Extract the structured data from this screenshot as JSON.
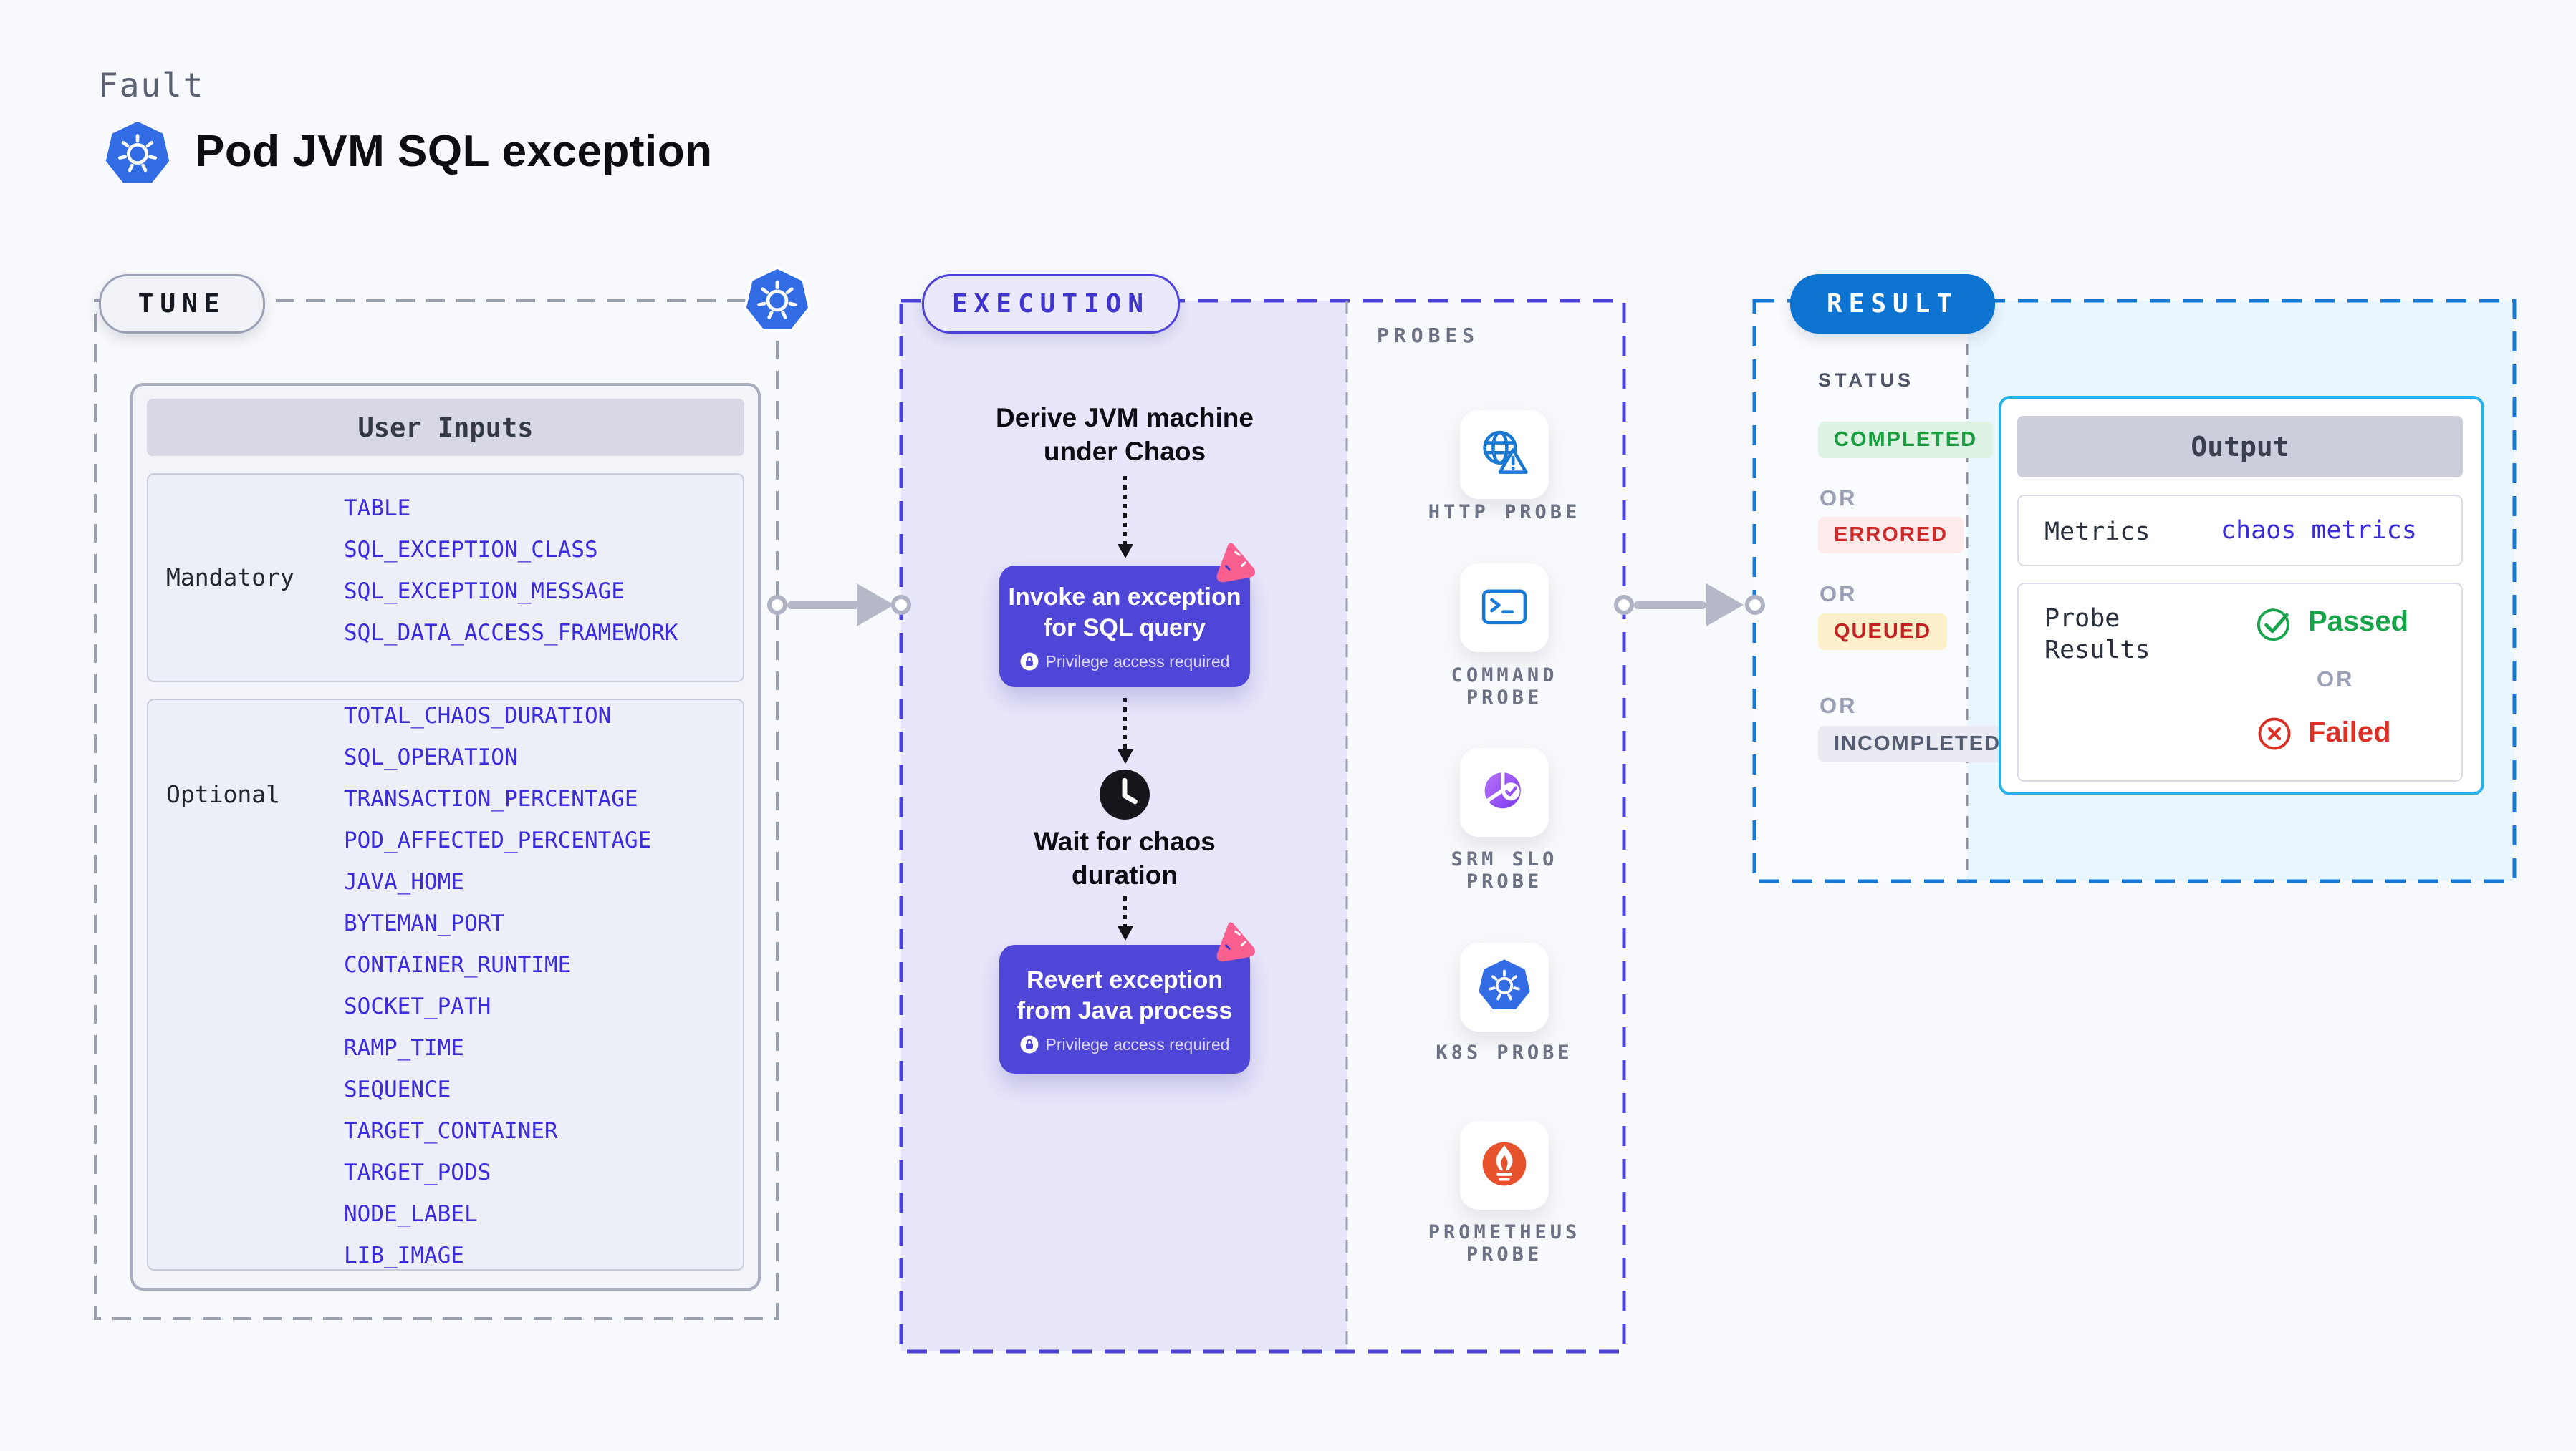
{
  "header": {
    "eyebrow": "Fault",
    "title": "Pod JVM SQL exception"
  },
  "tune": {
    "label": "TUNE",
    "table_title": "User Inputs",
    "mandatory_label": "Mandatory",
    "mandatory_params": [
      "TABLE",
      "SQL_EXCEPTION_CLASS",
      "SQL_EXCEPTION_MESSAGE",
      "SQL_DATA_ACCESS_FRAMEWORK"
    ],
    "optional_label": "Optional",
    "optional_params": [
      "TOTAL_CHAOS_DURATION",
      "SQL_OPERATION",
      "TRANSACTION_PERCENTAGE",
      "POD_AFFECTED_PERCENTAGE",
      "JAVA_HOME",
      "BYTEMAN_PORT",
      "CONTAINER_RUNTIME",
      "SOCKET_PATH",
      "RAMP_TIME",
      "SEQUENCE",
      "TARGET_CONTAINER",
      "TARGET_PODS",
      "NODE_LABEL",
      "LIB_IMAGE"
    ]
  },
  "execution": {
    "label": "EXECUTION",
    "derive_step": "Derive JVM machine\nunder Chaos",
    "invoke_step": "Invoke an exception\nfor SQL query",
    "wait_step": "Wait for chaos\nduration",
    "revert_step": "Revert exception\nfrom Java process",
    "privilege_note": "Privilege access required"
  },
  "probes": {
    "label": "PROBES",
    "items": [
      {
        "name": "HTTP PROBE",
        "icon": "http-probe-icon"
      },
      {
        "name": "COMMAND\nPROBE",
        "icon": "command-probe-icon"
      },
      {
        "name": "SRM SLO\nPROBE",
        "icon": "srm-slo-probe-icon"
      },
      {
        "name": "K8S PROBE",
        "icon": "k8s-probe-icon"
      },
      {
        "name": "PROMETHEUS\nPROBE",
        "icon": "prometheus-probe-icon"
      }
    ]
  },
  "result": {
    "label": "RESULT",
    "status_label": "STATUS",
    "or": "OR",
    "statuses": [
      "COMPLETED",
      "ERRORED",
      "QUEUED",
      "INCOMPLETED"
    ],
    "output": {
      "title": "Output",
      "metrics_label": "Metrics",
      "metrics_value": "chaos metrics",
      "probe_results_label": "Probe\nResults",
      "passed": "Passed",
      "or": "OR",
      "failed": "Failed"
    }
  },
  "colors": {
    "page_bg": "#f8f9fc",
    "accent_indigo": "#4f45d6",
    "param_blue": "#3a2bdd",
    "lavender_fill": "#e7e6fa",
    "k8s_blue": "#326ce5",
    "probe_blue": "#1878d2",
    "srm_purple": "#7c3af0",
    "prometheus_orange": "#e6522c",
    "chaos_pink": "#f9608f",
    "result_blue": "#0e74d2",
    "cyan_border": "#27b1e8",
    "cyan_fill": "#e9f6fd",
    "success_green": "#17a349",
    "error_red": "#da3026",
    "queued_bg": "#fbf0c9",
    "arrow_grey": "#b4b8c7"
  }
}
